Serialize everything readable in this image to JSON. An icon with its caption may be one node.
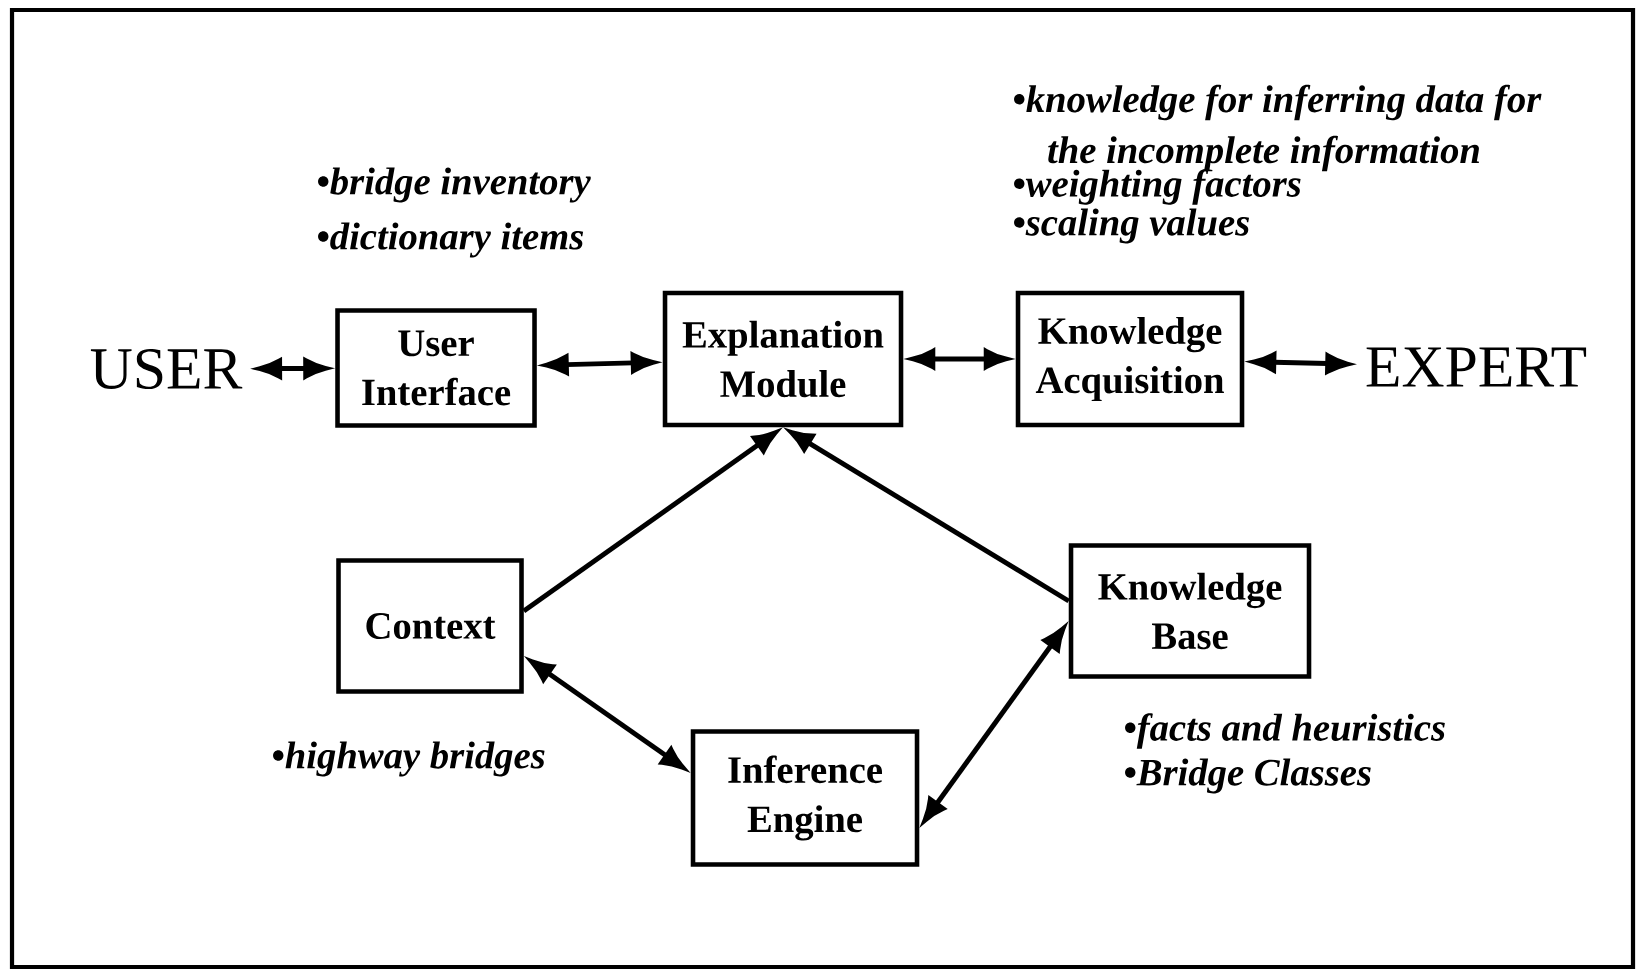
{
  "diagram": {
    "nodes": [
      {
        "text": [
          "USER"
        ]
      },
      {
        "text": [
          "User Interface"
        ],
        "beside": [
          "•bridge inventory",
          "•dictionary items"
        ]
      },
      {
        "text": [
          "Explanation Module"
        ]
      },
      {
        "text": [
          "Knowledge Acquisition"
        ],
        "beside": [
          "•knowledge for inferring data for the incomplete information",
          "•weighting factors",
          "•scaling values"
        ]
      },
      {
        "text": [
          "EXPERT"
        ]
      },
      {
        "text": [
          "Context"
        ],
        "beside": [
          "•highway bridges"
        ]
      },
      {
        "text": [
          "Knowledge Base"
        ],
        "beside": [
          "•facts and heuristics",
          "•Bridge Classes"
        ]
      },
      {
        "text": [
          "Inference Engine"
        ]
      }
    ],
    "edges": [
      {
        "from": 0,
        "to": 1,
        "arrow": "both"
      },
      {
        "from": 1,
        "to": 2,
        "arrow": "both"
      },
      {
        "from": 2,
        "to": 3,
        "arrow": "both"
      },
      {
        "from": 3,
        "to": 4,
        "arrow": "both"
      },
      {
        "from": 5,
        "to": 2,
        "arrow": "to"
      },
      {
        "from": 6,
        "to": 2,
        "arrow": "to"
      },
      {
        "from": 5,
        "to": 7,
        "arrow": "both"
      },
      {
        "from": 7,
        "to": 6,
        "arrow": "both"
      }
    ]
  }
}
